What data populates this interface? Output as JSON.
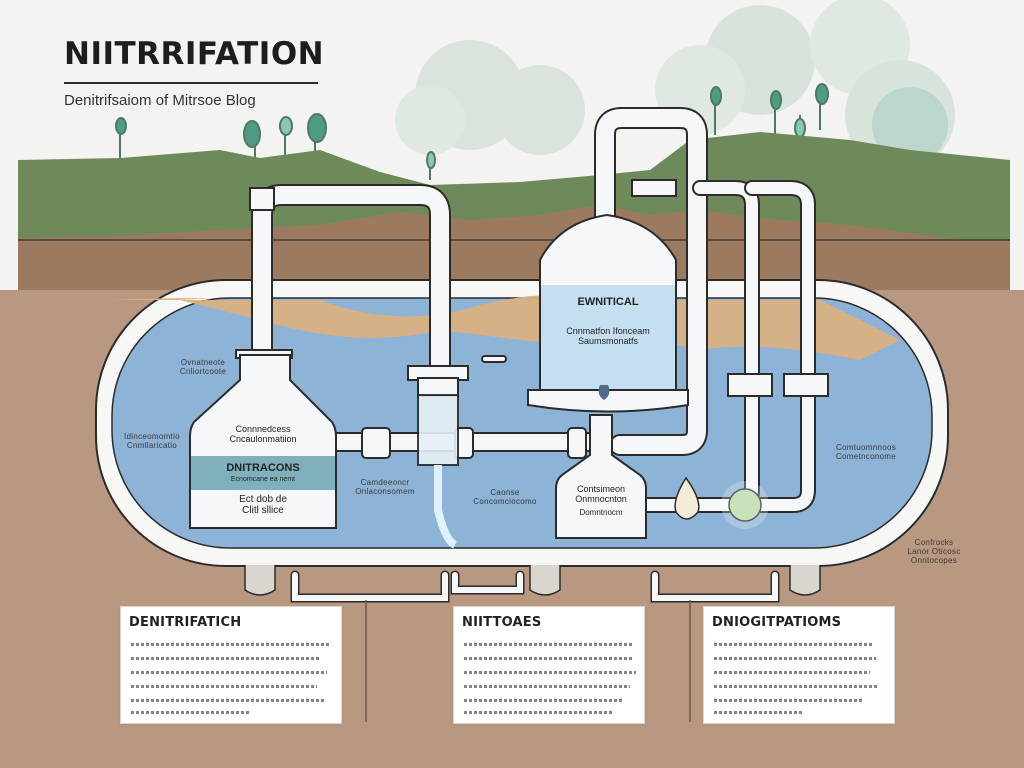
{
  "header": {
    "title": "NIITRRIFATION",
    "subtitle": "Denitrifsaiom of Mitrsoe Blog"
  },
  "tanks": {
    "left": {
      "top": "Connnedcess\nCncaulonmatiion",
      "band": "DNITRACONS",
      "band_sub": "Ecnomcane ea nemt",
      "bottom": "Ect dob de\nClitl sllice"
    },
    "right": {
      "title": "EWNITICAL",
      "body": "Cnnmatfon Ifonceam\nSaumsmonatfs"
    },
    "small": {
      "top": "Contsimeon\nOnmnocnton",
      "bottom": "Domntnocm"
    }
  },
  "annotations": {
    "a1": "Ovnatneote\nCnliortcoote",
    "a2": "Idinceomomtio\nCnmllaricatio",
    "a3": "Camdeeoncr\nOnlaconsomem",
    "a4": "Caonse\nConcomciocomo",
    "a5": "Comtuomnnoos\nCometnconome",
    "a6": "Confrocks\nLanor Oticosc\nOnntocopes"
  },
  "panels": [
    {
      "title": "DENITRIFATICH",
      "lines": [
        200,
        190,
        196,
        186,
        194,
        120
      ]
    },
    {
      "title": "NIITTOAES",
      "lines": [
        170,
        168,
        172,
        166,
        160,
        150
      ]
    },
    {
      "title": "DNIOGITPATIOMS",
      "lines": [
        160,
        162,
        156,
        164,
        150,
        90
      ]
    }
  ],
  "colors": {
    "water": "#8db3d6",
    "soil_dark": "#9b7a60",
    "soil_light": "#b89880",
    "grass": "#6f8a5a",
    "sand": "#d9b184",
    "pipe": "#f6f7f8",
    "outline": "#2b2b2b"
  }
}
